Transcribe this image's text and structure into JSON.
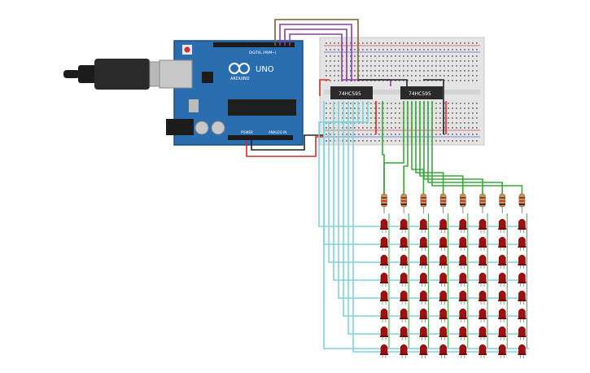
{
  "arduino": {
    "brand": "ARDUINO",
    "model": "UNO",
    "digital_label": "DIGITAL (PWM~)",
    "power_label": "POWER",
    "analog_label": "ANALOG IN"
  },
  "chips": [
    {
      "label": "74HC595"
    },
    {
      "label": "74HC595"
    }
  ],
  "matrix": {
    "rows": 8,
    "cols": 8,
    "resistor_count": 8
  },
  "colors": {
    "board": "#2a6eb0",
    "breadboard": "#e6e6e6",
    "led": "#a01010",
    "wire_cyan": "#7fd3d9",
    "wire_green": "#3ca53c",
    "wire_red": "#d62a2a",
    "wire_black": "#222222",
    "wire_purple": "#8a3fa0",
    "wire_brown": "#8b5a2b"
  }
}
